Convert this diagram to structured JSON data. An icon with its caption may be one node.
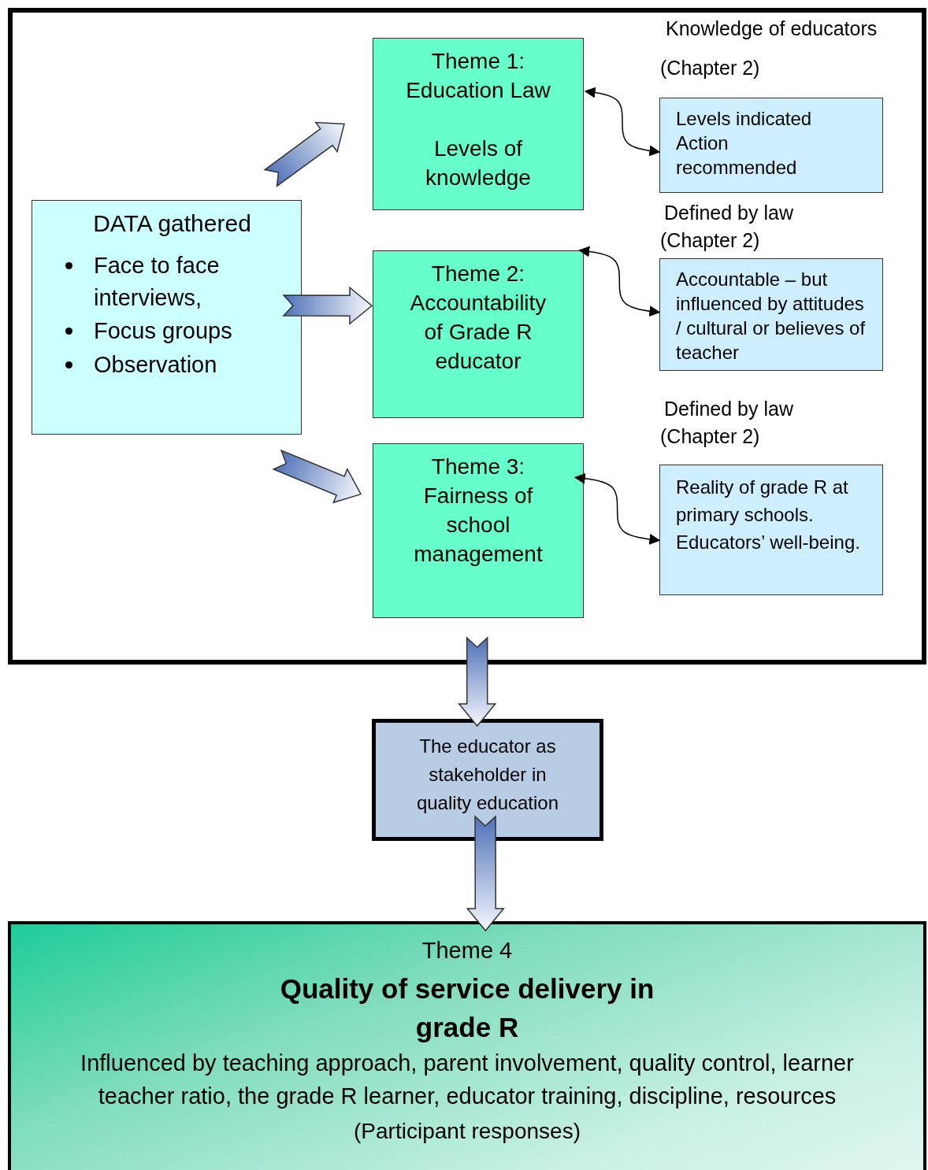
{
  "diagram": {
    "nodes": [
      {
        "text": [],
        "shape": "box"
      },
      {
        "text": [
          "DATA gathered",
          "Face to face interviews,",
          "Focus groups",
          "Observation"
        ],
        "in": 0
      },
      {
        "text": [
          "Theme 1: Education Law",
          "Levels of knowledge"
        ],
        "in": 0
      },
      {
        "text": [
          "Levels indicated",
          "Action recommended"
        ],
        "in": 0
      },
      {
        "text": [
          "Theme 2: Accountability of Grade R educator"
        ],
        "in": 0
      },
      {
        "text": [
          "Accountable – but influenced by attitudes / cultural or believes of teacher"
        ],
        "in": 0
      },
      {
        "text": [
          "Theme 3: Fairness of school management"
        ],
        "in": 0
      },
      {
        "text": [
          "Reality of grade R at primary schools. Educators’ well-being."
        ],
        "in": 0
      },
      {
        "text": [
          "The educator as stakeholder in quality education"
        ]
      },
      {
        "text": [
          "Theme 4",
          "Quality of service delivery in grade R",
          "Influenced by teaching approach, parent involvement, quality control, learner teacher ratio, the grade R learner, educator training, discipline, resources",
          "(Participant responses)"
        ]
      }
    ],
    "edges": [
      {
        "from": 1,
        "to": 2,
        "arrow": "to"
      },
      {
        "from": 1,
        "to": 4,
        "arrow": "to"
      },
      {
        "from": 1,
        "to": 6,
        "arrow": "to"
      },
      {
        "from": 2,
        "to": 3,
        "arrow": "both"
      },
      {
        "from": 4,
        "to": 5,
        "arrow": "both"
      },
      {
        "from": 6,
        "to": 7,
        "arrow": "both"
      },
      {
        "from": 0,
        "to": 8,
        "arrow": "to"
      },
      {
        "from": 8,
        "to": 9,
        "arrow": "to"
      }
    ],
    "labels": [
      "Knowledge of educators",
      "(Chapter 2)",
      "Defined by law",
      "(Chapter 2)",
      "Defined by law",
      "(Chapter 2)"
    ]
  }
}
